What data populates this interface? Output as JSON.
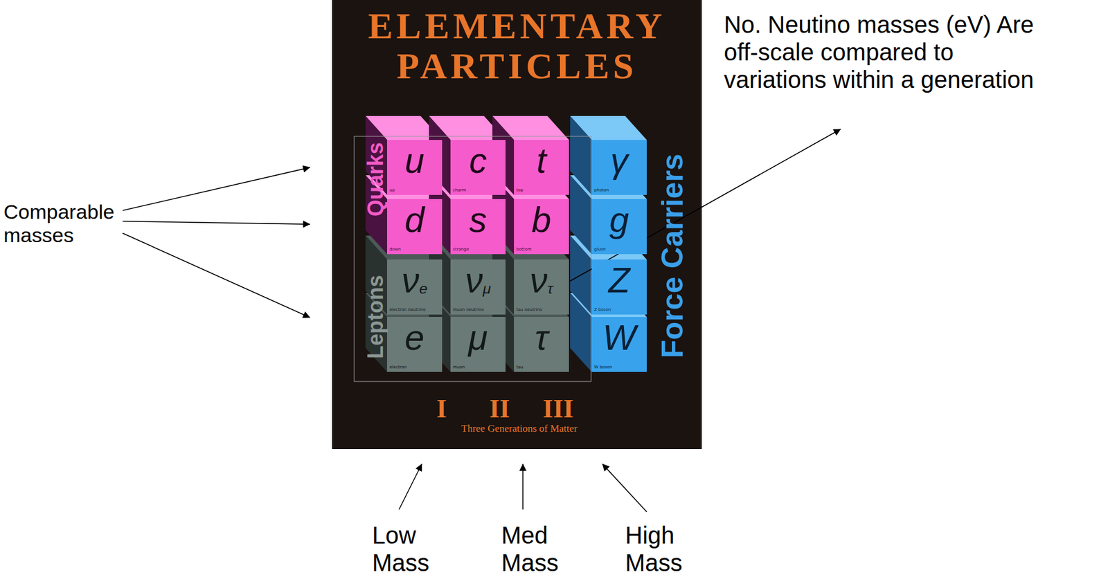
{
  "diagram": {
    "nodes": [
      {
        "text": [
          "ELEMENTARY PARTICLES"
        ]
      },
      {
        "text": [
          "u",
          "up"
        ],
        "in": 0
      },
      {
        "text": [
          "c",
          "charm"
        ],
        "in": 0
      },
      {
        "text": [
          "t",
          "top"
        ],
        "in": 0
      },
      {
        "text": [
          "γ",
          "photon"
        ],
        "in": 0
      },
      {
        "text": [
          "d",
          "down"
        ],
        "in": 0
      },
      {
        "text": [
          "s",
          "strange"
        ],
        "in": 0
      },
      {
        "text": [
          "b",
          "bottom"
        ],
        "in": 0
      },
      {
        "text": [
          "g",
          "gluon"
        ],
        "in": 0
      },
      {
        "text": [
          "νe",
          "electron neutrino"
        ],
        "in": 0
      },
      {
        "text": [
          "νμ",
          "muon neutrino"
        ],
        "in": 0
      },
      {
        "text": [
          "ντ",
          "tau neutrino"
        ],
        "in": 0
      },
      {
        "text": [
          "Z",
          "Z boson"
        ],
        "in": 0
      },
      {
        "text": [
          "e",
          "electron"
        ],
        "in": 0
      },
      {
        "text": [
          "μ",
          "muon"
        ],
        "in": 0
      },
      {
        "text": [
          "τ",
          "tau"
        ],
        "in": 0
      },
      {
        "text": [
          "W",
          "W boson"
        ],
        "in": 0
      }
    ],
    "labels": [
      "Quarks",
      "Leptons",
      "Force Carriers",
      "I",
      "II",
      "III",
      "Three Generations of Matter",
      "Comparable masses",
      "No. Neutino masses (eV) Are off-scale compared to variations within a generation",
      "Low Mass",
      "Med Mass",
      "High Mass"
    ]
  }
}
